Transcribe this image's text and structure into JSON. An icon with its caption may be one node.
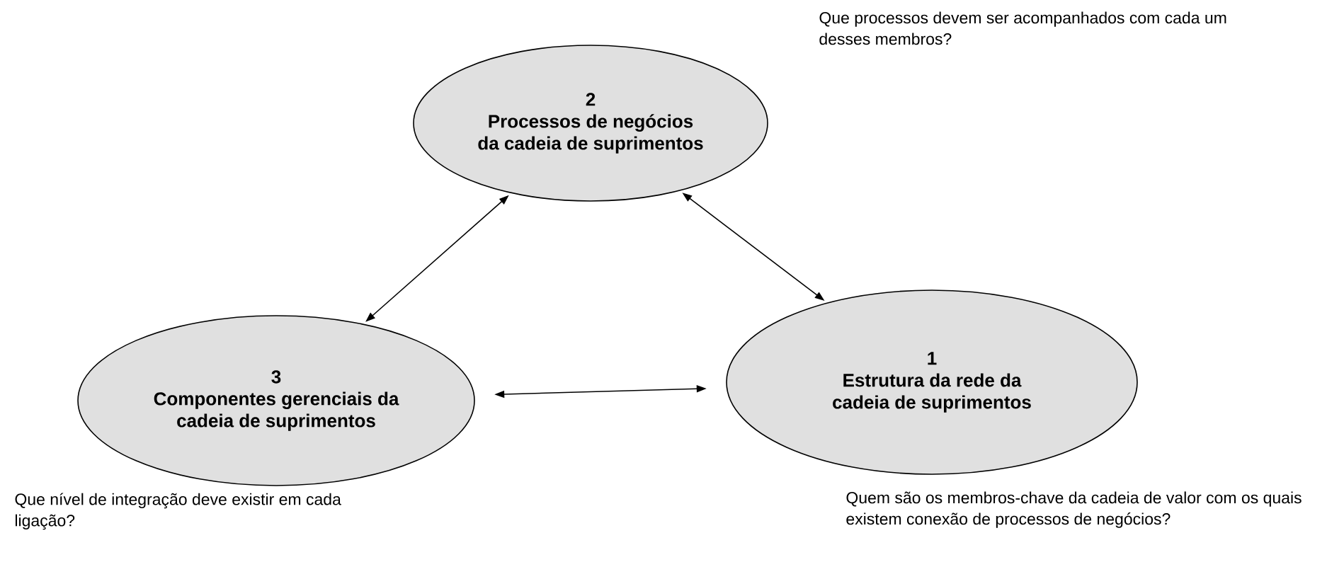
{
  "diagram": {
    "nodes": [
      {
        "text": [
          "2",
          "Processos de negócios da cadeia de suprimentos"
        ],
        "beside": [
          "Que processos devem ser acompanhados com cada um desses membros?"
        ]
      },
      {
        "text": [
          "3",
          "Componentes gerenciais da cadeia de suprimentos"
        ],
        "beside": [
          "Que nível de integração deve existir em cada ligação?"
        ]
      },
      {
        "text": [
          "1",
          "Estrutura da rede da cadeia de suprimentos"
        ],
        "beside": [
          "Quem são os membros-chave da cadeia de valor com os quais existem conexão de processos de negócios?"
        ]
      }
    ],
    "edges": [
      {
        "from": 1,
        "to": 0,
        "arrow": "both"
      },
      {
        "from": 0,
        "to": 2,
        "arrow": "both"
      },
      {
        "from": 1,
        "to": 2,
        "arrow": "both"
      }
    ]
  }
}
